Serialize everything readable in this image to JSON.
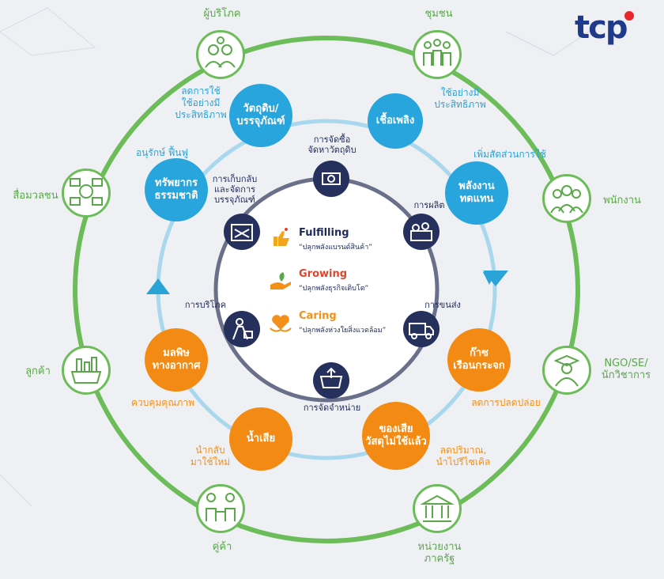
{
  "logo": {
    "text": "tcp",
    "dot_color": "#e6262c",
    "brand_color": "#1f3a8a"
  },
  "stakeholders": {
    "consumers": "ผู้บริโภค",
    "community": "ชุมชน",
    "media": "สื่อมวลชน",
    "employees": "พนักงาน",
    "customers": "ลูกค้า",
    "ngo": "NGO/SE/\nนักวิชาการ",
    "partners": "คู่ค้า",
    "government": "หน่วยงาน\nภาครัฐ"
  },
  "resources": {
    "materials": "วัตถุดิบ/\nบรรจุภัณฑ์",
    "fuel": "เชื้อเพลิง",
    "natural": "ทรัพยากร\nธรรมชาติ",
    "alt_energy": "พลังงาน\nทดแทน",
    "air": "มลพิษ\nทางอากาศ",
    "ghg": "ก๊าซ\nเรือนกระจก",
    "wastewater": "น้ำเสีย",
    "waste": "ของเสีย\nวัสดุไม่ใช้แล้ว"
  },
  "actions": {
    "reduce_use": "ลดการใช้\nใช้อย่างมี\nประสิทธิภาพ",
    "efficient_use": "ใช้อย่างมี\nประสิทธิภาพ",
    "conserve": "อนุรักษ์ ฟื้นฟู",
    "increase_ratio": "เพิ่มสัดส่วนการใช้",
    "quality_control": "ควบคุมคุณภาพ",
    "reduce_emission": "ลดการปลดปล่อย",
    "reuse": "นำกลับ\nมาใช้ใหม่",
    "reduce_recycle": "ลดปริมาณ,\nนำไปรีไซเคิล"
  },
  "process": {
    "procurement": "การจัดซื้อ\nจัดหาวัตถุดิบ",
    "production": "การผลิต",
    "transport": "การขนส่ง",
    "distribution": "การจัดจำหน่าย",
    "consumption": "การบริโภค",
    "collection": "การเก็บกลับ\nและจัดการ\nบรรจุภัณฑ์"
  },
  "core": [
    {
      "title": "Fulfilling",
      "subtitle": "“ปลุกพลังแบรนด์สินค้า”",
      "color": "#1f2a5c"
    },
    {
      "title": "Growing",
      "subtitle": "“ปลุกพลังธุรกิจเติบโต”",
      "color": "#e2432a"
    },
    {
      "title": "Caring",
      "subtitle": "“ปลุกพลังห่วงใยสิ่งแวดล้อม”",
      "color": "#f39019"
    }
  ],
  "colors": {
    "outer_ring": "#6cbd5a",
    "middle_ring": "#a9d8ee",
    "inner_ring": "#6a6f8a",
    "blue_node": "#29a5dd",
    "orange_node": "#f38a13",
    "process_node": "#26305c"
  }
}
